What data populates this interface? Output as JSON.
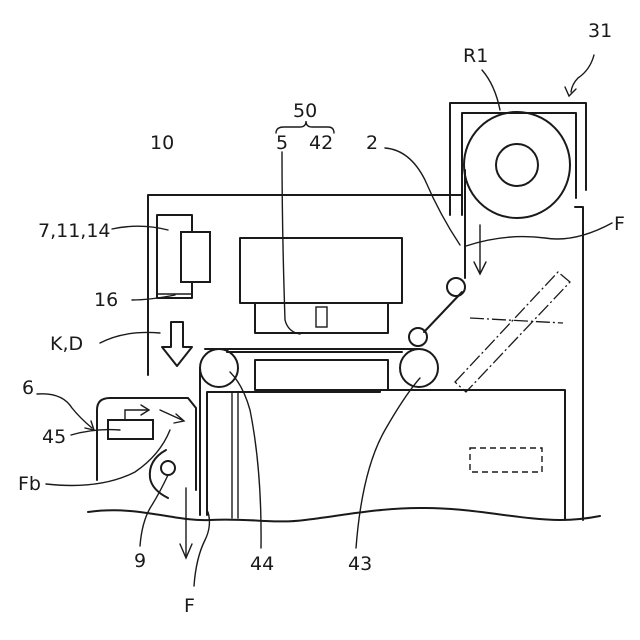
{
  "labels": {
    "l31": "31",
    "lR1": "R1",
    "l50": "50",
    "l5": "5",
    "l42": "42",
    "l2": "2",
    "l10": "10",
    "lF_right": "F",
    "l7_11_14": "7,11,14",
    "l16": "16",
    "lKD": "K,D",
    "l6": "6",
    "l45": "45",
    "lFb": "Fb",
    "l9": "9",
    "l44": "44",
    "l43": "43",
    "lF_bottom": "F"
  }
}
